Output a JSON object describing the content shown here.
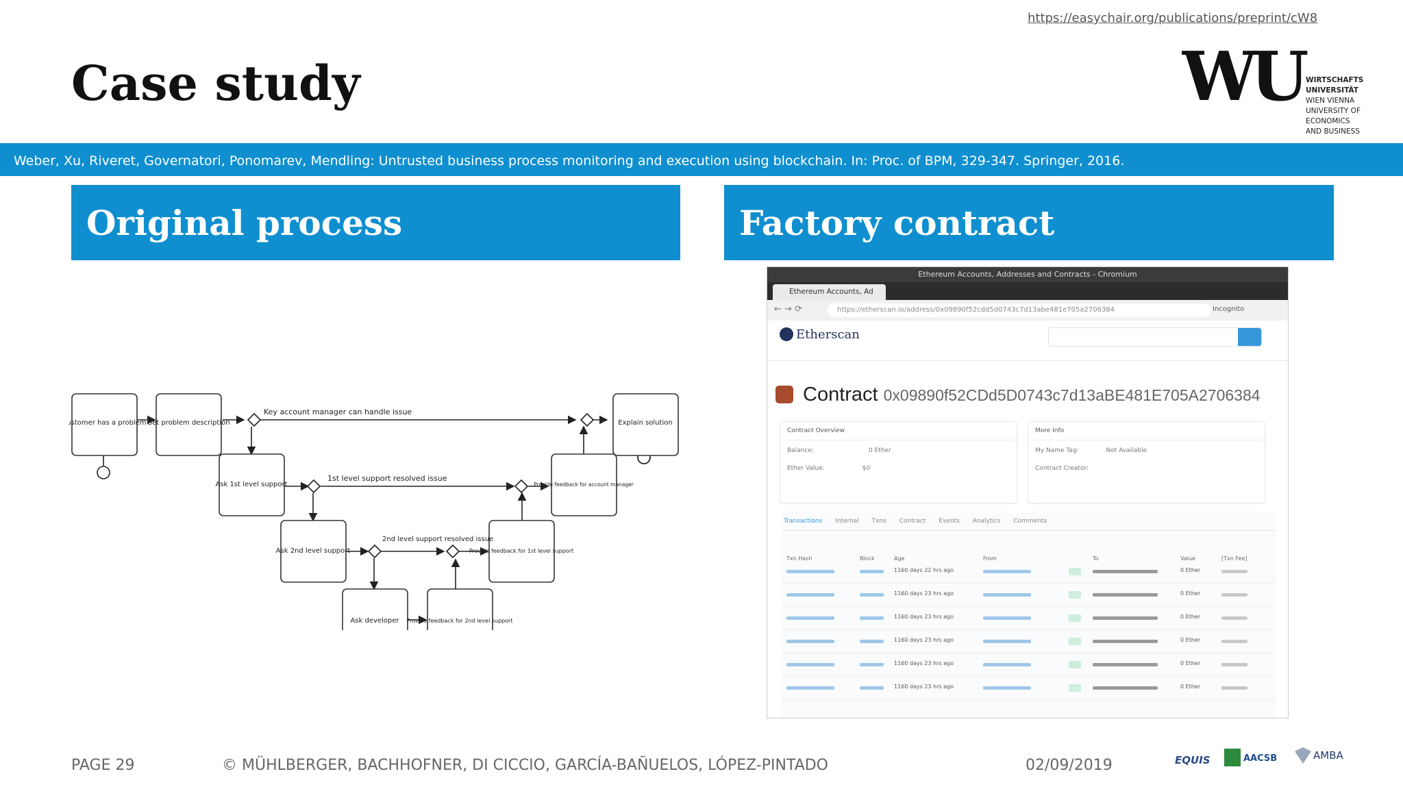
{
  "header": {
    "url": "https://easychair.org/publications/preprint/cW8",
    "title": "Case study",
    "logo": {
      "mark": "WU",
      "lines": [
        "WIRTSCHAFTS",
        "UNIVERSITÄT",
        "WIEN VIENNA",
        "UNIVERSITY OF",
        "ECONOMICS",
        "AND BUSINESS"
      ]
    }
  },
  "citation": "Weber, Xu, Riveret, Governatori, Ponomarev, Mendling: Untrusted business process monitoring and execution using blockchain. In: Proc. of BPM, 329-347. Springer, 2016.",
  "left_panel": {
    "heading": "Original process",
    "diagram": {
      "tasks": [
        "Customer has a problem",
        "Get problem description",
        "Ask 1st level support",
        "Ask 2nd level support",
        "Ask developer",
        "Provide feedback for 2nd level support",
        "Provide feedback for 1st level support",
        "Provide feedback for account manager",
        "Explain solution"
      ],
      "edge_labels": [
        "Key account manager can handle issue",
        "1st level support resolved issue",
        "2nd level support resolved issue"
      ]
    }
  },
  "right_panel": {
    "heading": "Factory contract",
    "browser": {
      "window_title": "Ethereum Accounts, Addresses and Contracts - Chromium",
      "tab": "Ethereum Accounts, Ad",
      "address": "https://etherscan.io/address/0x09890f52cdd5d0743c7d13abe481e705a2706384",
      "incognito": "Incognito",
      "site_name": "Etherscan",
      "contract_label": "Contract",
      "contract_address": "0x09890f52CDd5D0743c7d13aBE481E705A2706384",
      "overview_title": "Contract Overview",
      "more_info_title": "More Info",
      "balance_label": "Balance:",
      "balance_value": "0 Ether",
      "ether_value_label": "Ether Value:",
      "ether_value": "$0",
      "name_tag_label": "My Name Tag:",
      "name_tag_value": "Not Available",
      "creator_label": "Contract Creator:",
      "tabs": [
        "Transactions",
        "Internal Txns",
        "Contract",
        "Events",
        "Analytics",
        "Comments"
      ],
      "columns": [
        "Txn Hash",
        "Block",
        "Age",
        "From",
        "To",
        "Value",
        "[Txn Fee]"
      ],
      "rows": [
        {
          "age": "1160 days 22 hrs ago",
          "value": "0 Ether"
        },
        {
          "age": "1160 days 23 hrs ago",
          "value": "0 Ether"
        },
        {
          "age": "1160 days 23 hrs ago",
          "value": "0 Ether"
        },
        {
          "age": "1160 days 23 hrs ago",
          "value": "0 Ether"
        },
        {
          "age": "1160 days 23 hrs ago",
          "value": "0 Ether"
        },
        {
          "age": "1160 days 23 hrs ago",
          "value": "0 Ether"
        }
      ]
    }
  },
  "footer": {
    "page": "PAGE 29",
    "authors": "© MÜHLBERGER, BACHHOFNER, DI CICCIO, GARCÍA-BAÑUELOS, LÓPEZ-PINTADO",
    "date": "02/09/2019",
    "accreditations": [
      "EQUIS",
      "AACSB",
      "AMBA"
    ]
  },
  "colors": {
    "accent": "#0f8fcf",
    "etherscan_blue": "#3498db"
  }
}
